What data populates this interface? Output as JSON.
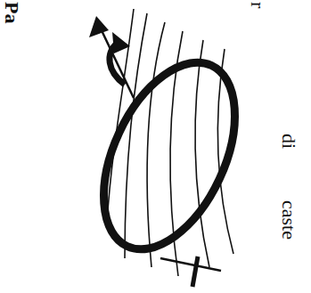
{
  "diagram": {
    "labels": [
      "Pa",
      "r",
      "di",
      "caste"
    ]
  }
}
